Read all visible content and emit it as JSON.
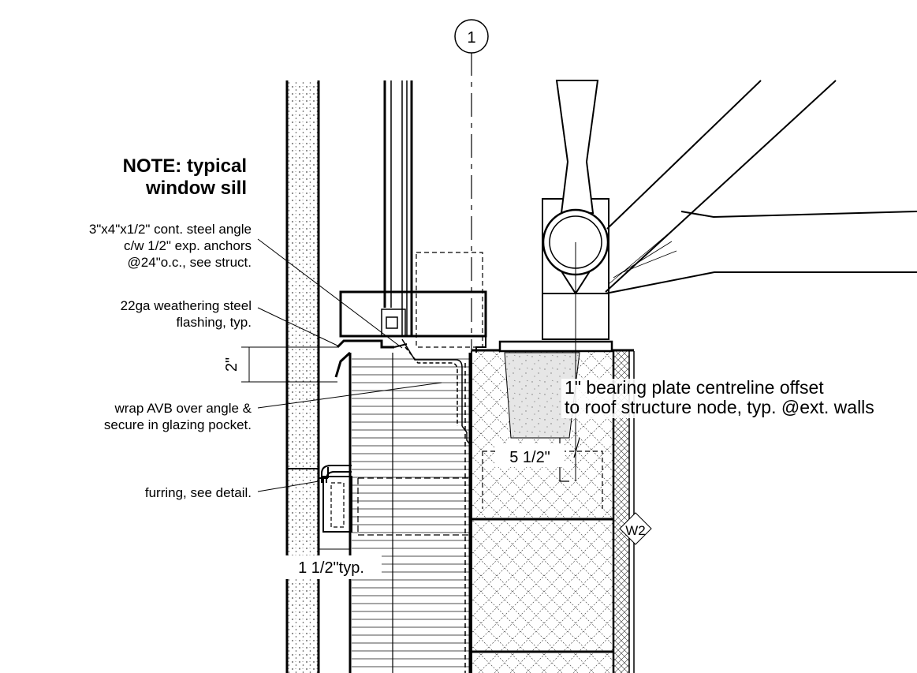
{
  "note": {
    "line1": "NOTE: typical",
    "line2": "window sill"
  },
  "callouts": {
    "steel_angle": [
      "3\"x4\"x1/2\" cont. steel angle",
      "c/w 1/2\" exp. anchors",
      "@24\"o.c., see struct."
    ],
    "flashing": [
      "22ga weathering steel",
      "flashing, typ."
    ],
    "avb": [
      "wrap AVB over angle &",
      "secure in glazing pocket."
    ],
    "furring": [
      "furring, see detail."
    ],
    "bearing_plate": [
      "1\" bearing plate centreline offset",
      "to roof structure node, typ. @ext. walls"
    ]
  },
  "dimensions": {
    "flashing_height": "2\"",
    "plate_width": "5 1/2\"",
    "furring_gap": "1 1/2\"typ."
  },
  "tags": {
    "grid": "1",
    "wall": "W2"
  },
  "colors": {
    "ink": "#000000",
    "concrete_fill": "#e6e6e6",
    "paper": "#ffffff"
  }
}
